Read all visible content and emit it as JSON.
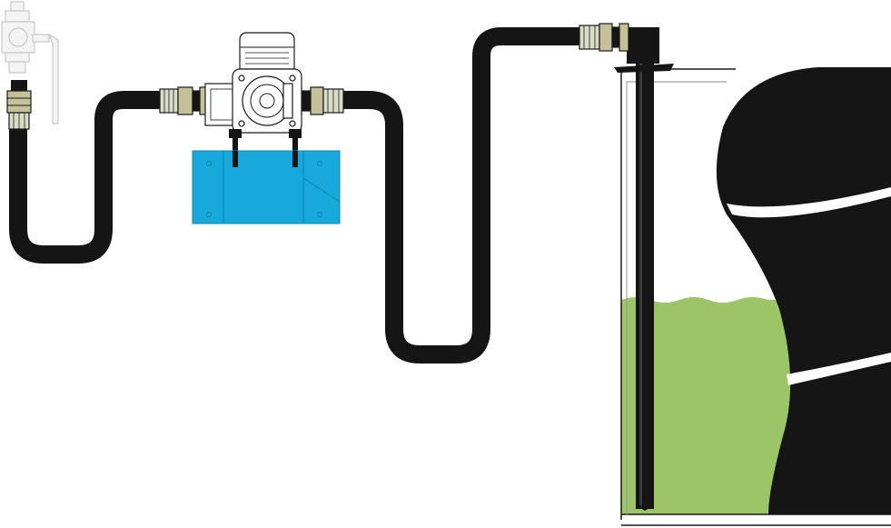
{
  "diagram": {
    "components": {
      "valve": "ball-valve-icon",
      "pump": "pump-motor-icon",
      "mount": "mounting-bracket",
      "tank": "storage-tank",
      "suction_pipe": "suction-pipe",
      "hose": "hose-line"
    },
    "colors": {
      "hose": "#151515",
      "bracket": "#17a9dc",
      "bracket_edge": "#0d86b4",
      "fitting_light": "#d9ddc7",
      "fitting_brass": "#c4c098",
      "fluid": "#9bc566",
      "pump_body": "#ffffff",
      "outline": "#1a1a1a",
      "valve": "#c8c8c8"
    }
  }
}
